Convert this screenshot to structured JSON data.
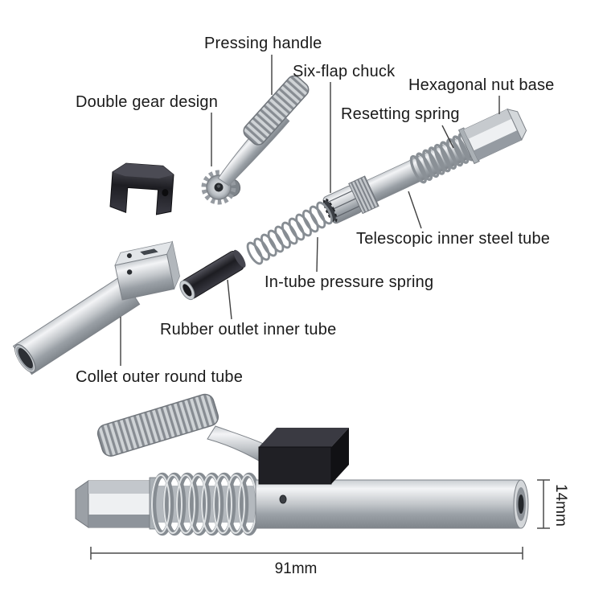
{
  "diagram": {
    "background": "#ffffff",
    "labels": {
      "pressing_handle": "Pressing handle",
      "six_flap_chuck": "Six-flap chuck",
      "hexagonal_nut_base": "Hexagonal nut base",
      "double_gear_design": "Double gear design",
      "resetting_spring": "Resetting spring",
      "telescopic_inner_steel_tube": "Telescopic inner steel tube",
      "in_tube_pressure_spring": "In-tube pressure spring",
      "rubber_outlet_inner_tube": "Rubber outlet inner tube",
      "collet_outer_round_tube": "Collet outer round tube"
    },
    "dimensions": {
      "length": "91mm",
      "diameter": "14mm"
    },
    "colors": {
      "text": "#1a1a1a",
      "leader_line": "#3f3f3f",
      "metal_light": "#f3f4f6",
      "metal_dark": "#7f858b",
      "rubber_dark": "#1d1d22"
    }
  }
}
